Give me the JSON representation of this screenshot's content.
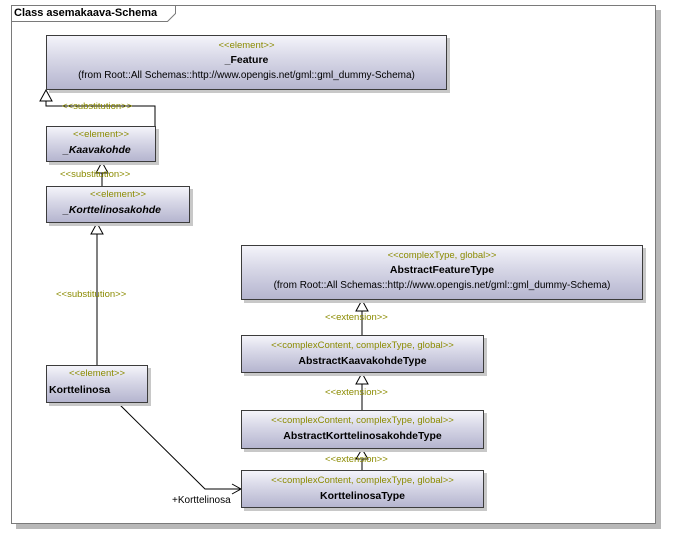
{
  "frame": {
    "title": "Class asemakaava-Schema"
  },
  "boxes": {
    "feature": {
      "stereotype": "<<element>>",
      "name": "_Feature",
      "from": "(from Root::All Schemas::http://www.opengis.net/gml::gml_dummy-Schema)"
    },
    "kaavakohde": {
      "stereotype": "<<element>>",
      "name": "_Kaavakohde"
    },
    "korttelinosakohde": {
      "stereotype": "<<element>>",
      "name": "_Korttelinosakohde"
    },
    "korttelinosa": {
      "stereotype": "<<element>>",
      "name": "Korttelinosa"
    },
    "abstract_feature_type": {
      "stereotype": "<<complexType, global>>",
      "name": "AbstractFeatureType",
      "from": "(from Root::All Schemas::http://www.opengis.net/gml::gml_dummy-Schema)"
    },
    "abstract_kaavakohde_type": {
      "stereotype": "<<complexContent, complexType, global>>",
      "name": "AbstractKaavakohdeType"
    },
    "abstract_korttelinosakohde_type": {
      "stereotype": "<<complexContent, complexType, global>>",
      "name": "AbstractKorttelinosakohdeType"
    },
    "korttelinosa_type": {
      "stereotype": "<<complexContent, complexType, global>>",
      "name": "KorttelinosaType"
    }
  },
  "edge_labels": {
    "substitution_1": "<<substitution>>",
    "substitution_2": "<<substitution>>",
    "substitution_3": "<<substitution>>",
    "extension_1": "<<extension>>",
    "extension_2": "<<extension>>",
    "extension_3": "<<extension>>",
    "role_korttelinosa": "+Korttelinosa"
  },
  "colors": {
    "stereotype_text": "#8b8b00",
    "box_border": "#3c3c3c",
    "edge": "#000000"
  }
}
